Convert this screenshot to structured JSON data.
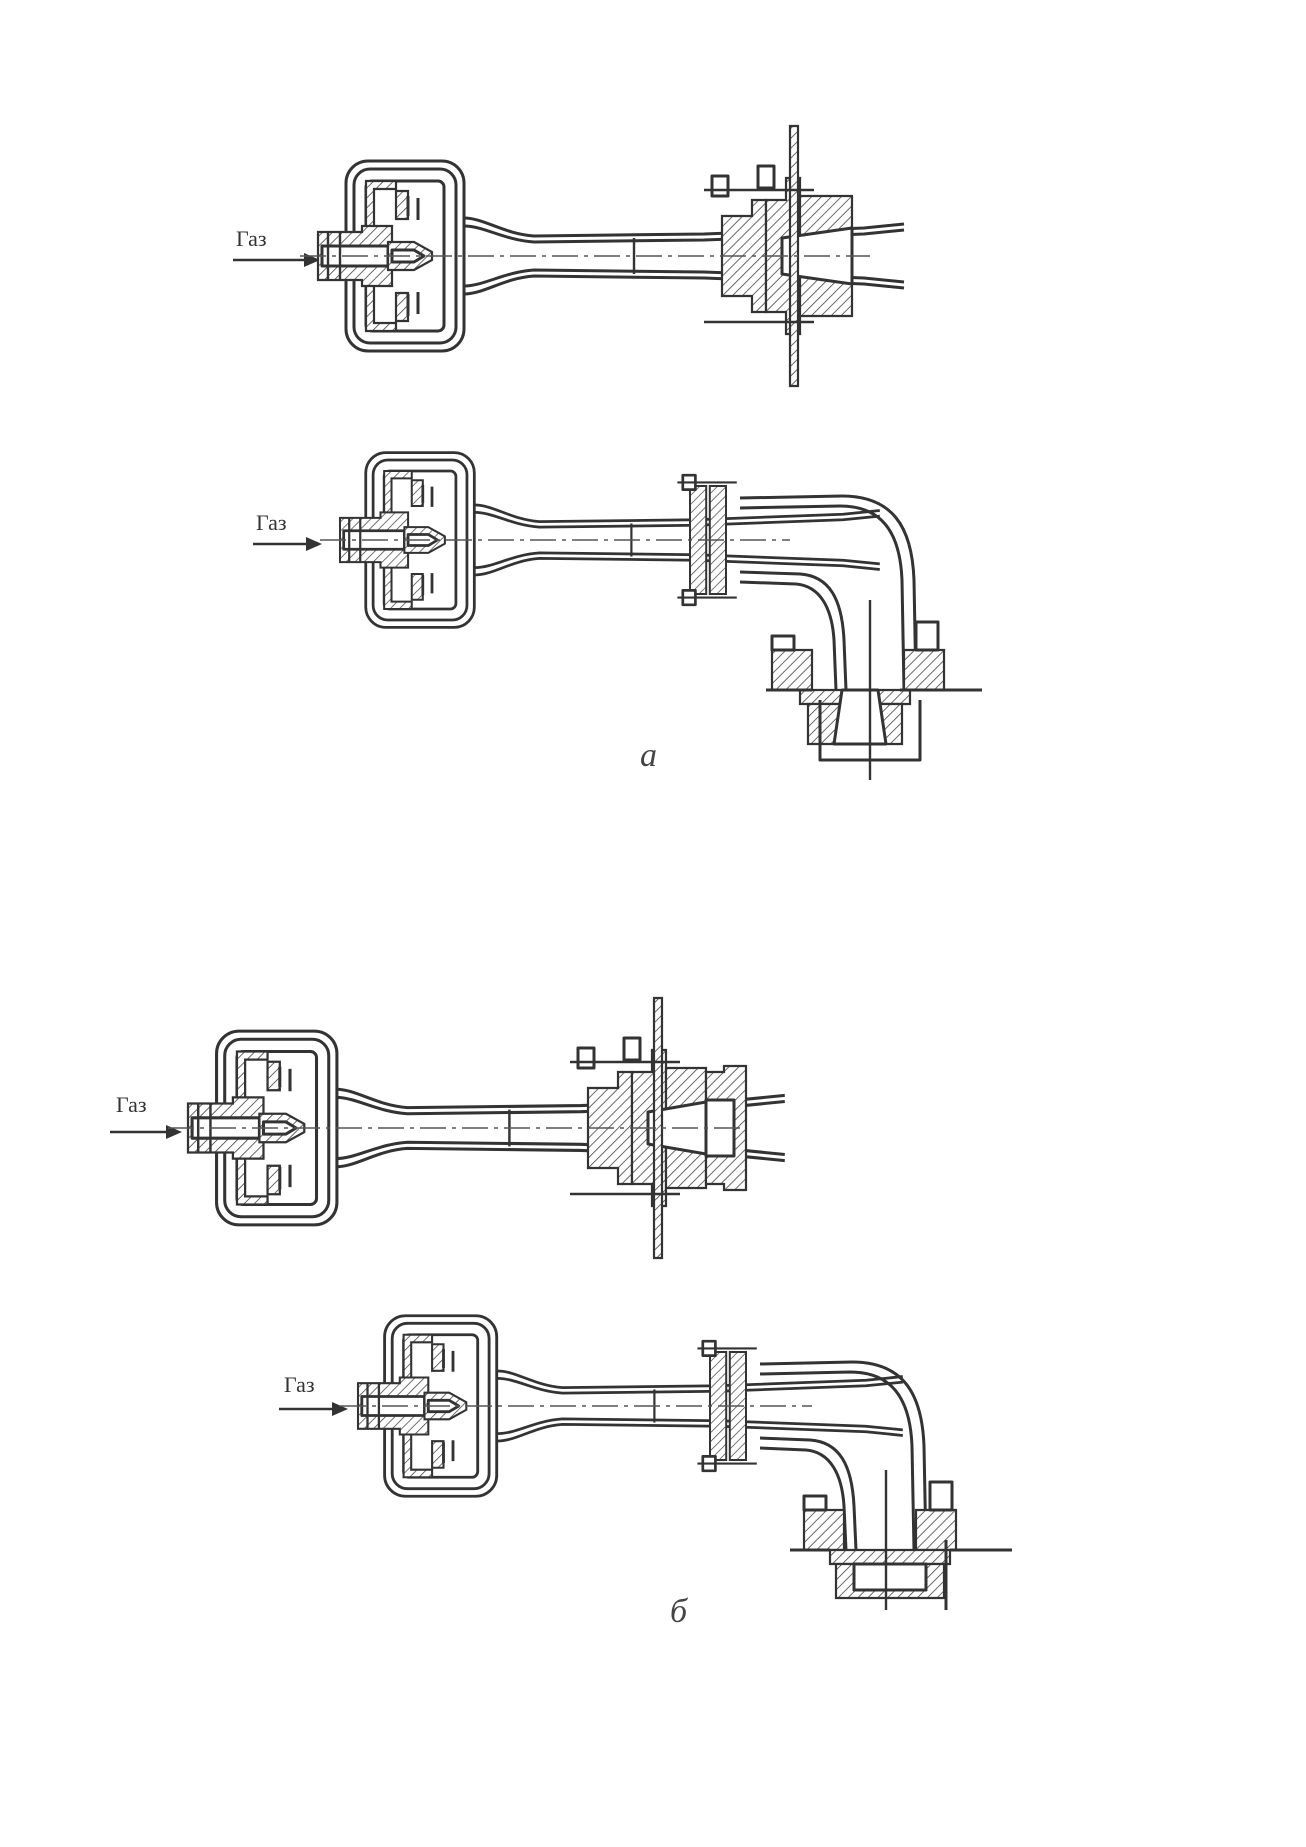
{
  "figures": [
    {
      "id": "a",
      "caption": "а",
      "drawings": [
        {
          "inlet_label": "Газ",
          "outlet": "straight"
        },
        {
          "inlet_label": "Газ",
          "outlet": "elbow"
        }
      ]
    },
    {
      "id": "b",
      "caption": "б",
      "drawings": [
        {
          "inlet_label": "Газ",
          "outlet": "straight-cap"
        },
        {
          "inlet_label": "Газ",
          "outlet": "elbow-cap"
        }
      ]
    }
  ]
}
